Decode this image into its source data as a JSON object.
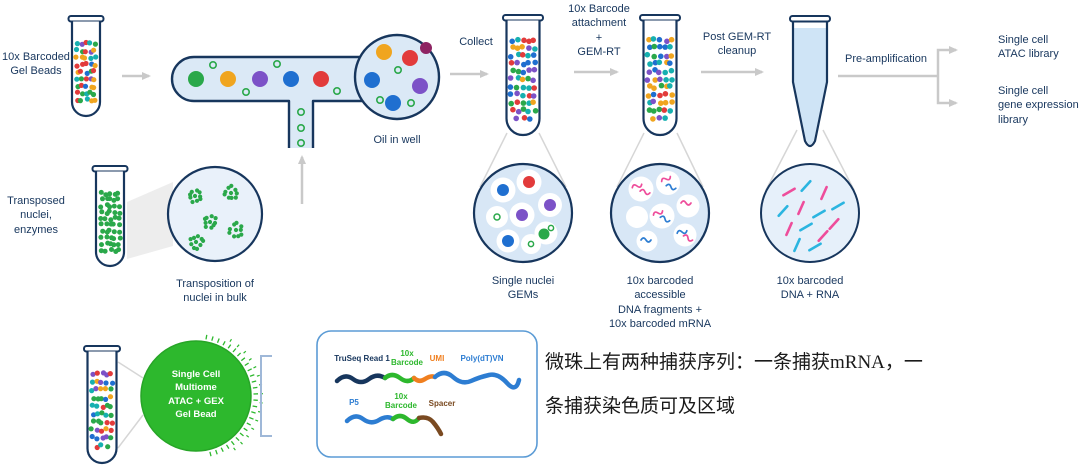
{
  "palette": [
    "#e23b3b",
    "#1f6fd0",
    "#2aa84a",
    "#f0a51f",
    "#7c52c7",
    "#16b0b0"
  ],
  "colors": {
    "outline": "#17365d",
    "arrow": "#c9c9c9",
    "channel_fill": "#dbe9f6",
    "gem_fill": "#d8e7f6",
    "droplet_fill": "#ffffff",
    "bead_green": "#2db82d",
    "nuclei_green": "#2aa84a",
    "pink": "#ee4d9b",
    "cyan": "#2bb5e0",
    "blue": "#2d7dd2",
    "orange": "#f07f1f",
    "brown": "#7a4a21"
  },
  "labels": {
    "gel_beads": "10x Barcoded\nGel Beads",
    "transposed_nuclei": "Transposed\nnuclei,\nenzymes",
    "transposition": "Transposition of\nnuclei in bulk",
    "oil_in_well": "Oil in well",
    "collect": "Collect",
    "barcode_attachment": "10x Barcode\nattachment\n+\nGEM-RT",
    "single_nuclei_gems": "Single nuclei\nGEMs",
    "post_gem_rt": "Post GEM-RT\ncleanup",
    "barcoded_fragments": "10x barcoded\naccessible\nDNA fragments +\n10x barcoded mRNA",
    "pre_amplification": "Pre-amplification",
    "barcoded_dna_rna": "10x barcoded\nDNA + RNA",
    "atac_library": "Single cell\nATAC library",
    "gex_library": "Single cell\ngene expression\nlibrary",
    "gel_bead": "Single Cell\nMultiome\nATAC + GEX\nGel Bead",
    "caption_cn": "微珠上有两种捕获序列：一条捕获mRNA，一条捕获染色质可及区域"
  },
  "oligo": {
    "truseq": "TruSeq Read 1",
    "barcode_top": "10x\nBarcode",
    "umi": "UMI",
    "polydt": "Poly(dT)VN",
    "p5": "P5",
    "barcode_bottom": "10x\nBarcode",
    "spacer": "Spacer"
  }
}
